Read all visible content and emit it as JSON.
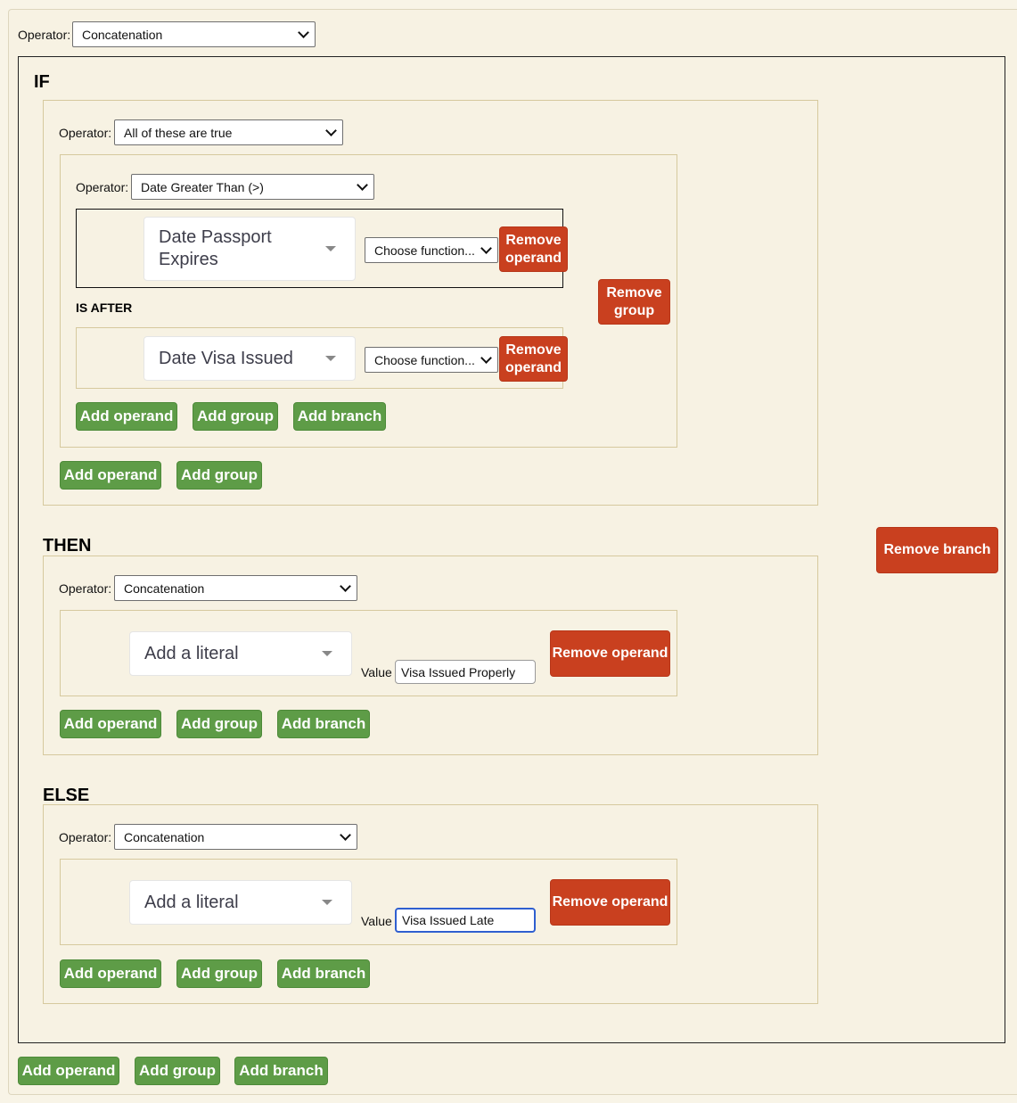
{
  "root": {
    "operator_label": "Operator:",
    "operator_value": "Concatenation",
    "add_operand": "Add operand",
    "add_group": "Add group",
    "add_branch": "Add branch"
  },
  "branch": {
    "if_heading": "IF",
    "then_heading": "THEN",
    "else_heading": "ELSE",
    "remove_branch": "Remove branch"
  },
  "if_group": {
    "operator_label": "Operator:",
    "operator_value": "All of these are true",
    "add_operand": "Add operand",
    "add_group": "Add group",
    "inner": {
      "operator_label": "Operator:",
      "operator_value": "Date Greater Than (>)",
      "operand1": {
        "field": "Date Passport Expires",
        "function": "Choose function...",
        "remove": "Remove operand"
      },
      "connector": "IS AFTER",
      "operand2": {
        "field": "Date Visa Issued",
        "function": "Choose function...",
        "remove": "Remove operand"
      },
      "remove_group": "Remove group",
      "add_operand": "Add operand",
      "add_group": "Add group",
      "add_branch": "Add branch"
    }
  },
  "then_group": {
    "operator_label": "Operator:",
    "operator_value": "Concatenation",
    "literal_picker": "Add a literal",
    "value_label": "Value",
    "value": "Visa Issued Properly",
    "remove": "Remove operand",
    "add_operand": "Add operand",
    "add_group": "Add group",
    "add_branch": "Add branch"
  },
  "else_group": {
    "operator_label": "Operator:",
    "operator_value": "Concatenation",
    "literal_picker": "Add a literal",
    "value_label": "Value",
    "value": "Visa Issued Late",
    "remove": "Remove operand",
    "add_operand": "Add operand",
    "add_group": "Add group",
    "add_branch": "Add branch"
  },
  "colors": {
    "background": "#f8f4e7",
    "green_button": "#5e9c47",
    "red_button": "#c9401f",
    "focus_ring": "#2f5fd0"
  }
}
